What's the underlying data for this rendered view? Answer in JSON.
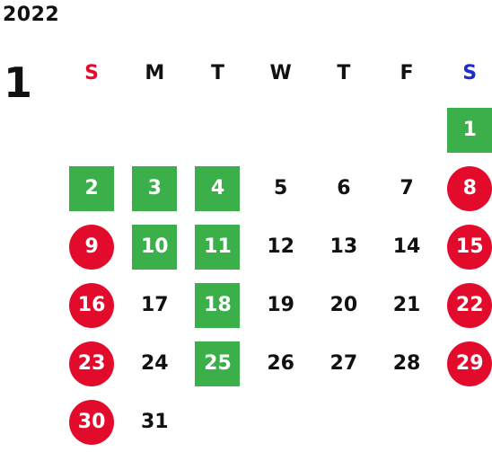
{
  "year": "2022",
  "month": "1",
  "colors": {
    "sunday_label": "#e30b2c",
    "saturday_label": "#1a2ed0",
    "holiday_circle": "#e30b2c",
    "highlight_square": "#3bb04a"
  },
  "weekdays": [
    {
      "label": "S",
      "color": "#e30b2c"
    },
    {
      "label": "M",
      "color": "#111111"
    },
    {
      "label": "T",
      "color": "#111111"
    },
    {
      "label": "W",
      "color": "#111111"
    },
    {
      "label": "T",
      "color": "#111111"
    },
    {
      "label": "F",
      "color": "#111111"
    },
    {
      "label": "S",
      "color": "#1a2ed0"
    }
  ],
  "weeks": [
    [
      {
        "label": "",
        "style": "blank"
      },
      {
        "label": "",
        "style": "blank"
      },
      {
        "label": "",
        "style": "blank"
      },
      {
        "label": "",
        "style": "blank"
      },
      {
        "label": "",
        "style": "blank"
      },
      {
        "label": "",
        "style": "blank"
      },
      {
        "label": "1",
        "style": "square"
      }
    ],
    [
      {
        "label": "2",
        "style": "square"
      },
      {
        "label": "3",
        "style": "square"
      },
      {
        "label": "4",
        "style": "square"
      },
      {
        "label": "5",
        "style": "plain"
      },
      {
        "label": "6",
        "style": "plain"
      },
      {
        "label": "7",
        "style": "plain"
      },
      {
        "label": "8",
        "style": "circle"
      }
    ],
    [
      {
        "label": "9",
        "style": "circle"
      },
      {
        "label": "10",
        "style": "square"
      },
      {
        "label": "11",
        "style": "square"
      },
      {
        "label": "12",
        "style": "plain"
      },
      {
        "label": "13",
        "style": "plain"
      },
      {
        "label": "14",
        "style": "plain"
      },
      {
        "label": "15",
        "style": "circle"
      }
    ],
    [
      {
        "label": "16",
        "style": "circle"
      },
      {
        "label": "17",
        "style": "plain"
      },
      {
        "label": "18",
        "style": "square"
      },
      {
        "label": "19",
        "style": "plain"
      },
      {
        "label": "20",
        "style": "plain"
      },
      {
        "label": "21",
        "style": "plain"
      },
      {
        "label": "22",
        "style": "circle"
      }
    ],
    [
      {
        "label": "23",
        "style": "circle"
      },
      {
        "label": "24",
        "style": "plain"
      },
      {
        "label": "25",
        "style": "square"
      },
      {
        "label": "26",
        "style": "plain"
      },
      {
        "label": "27",
        "style": "plain"
      },
      {
        "label": "28",
        "style": "plain"
      },
      {
        "label": "29",
        "style": "circle"
      }
    ],
    [
      {
        "label": "30",
        "style": "circle"
      },
      {
        "label": "31",
        "style": "plain"
      },
      {
        "label": "",
        "style": "blank"
      },
      {
        "label": "",
        "style": "blank"
      },
      {
        "label": "",
        "style": "blank"
      },
      {
        "label": "",
        "style": "blank"
      },
      {
        "label": "",
        "style": "blank"
      }
    ]
  ]
}
